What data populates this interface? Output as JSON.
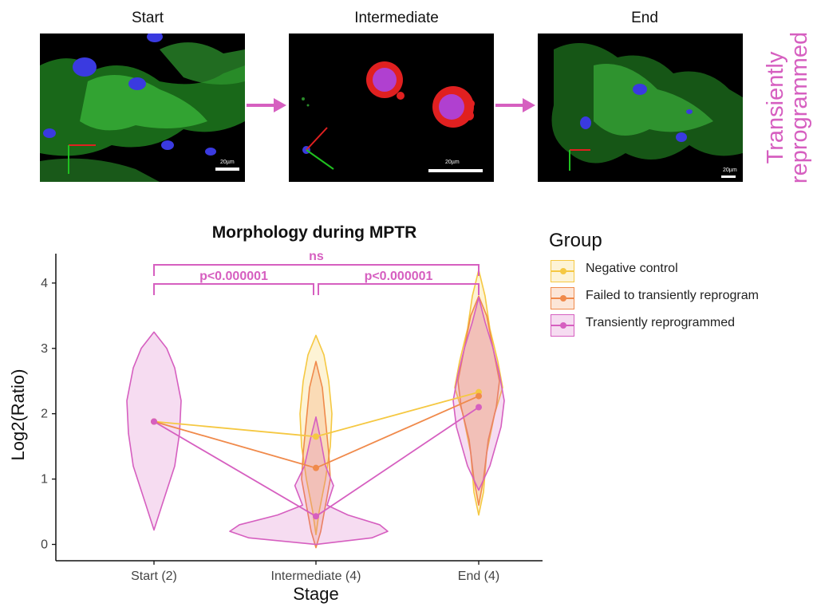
{
  "panels": [
    {
      "title": "Start",
      "scale_label": "20µm"
    },
    {
      "title": "Intermediate",
      "scale_label": "20µm"
    },
    {
      "title": "End",
      "scale_label": "20µm"
    }
  ],
  "side_label": [
    "Transiently",
    "reprogrammed"
  ],
  "colors": {
    "negative_control": "#f5c842",
    "failed": "#f08a4b",
    "transient": "#d65fc0",
    "arrow": "#d65fc0"
  },
  "chart_data": {
    "type": "violin",
    "title": "Morphology during MPTR",
    "xlabel": "Stage",
    "ylabel": "Log2(Ratio)",
    "categories": [
      "Start (2)",
      "Intermediate (4)",
      "End (4)"
    ],
    "ylim": [
      -0.25,
      4.45
    ],
    "yticks": [
      0,
      1,
      2,
      3,
      4
    ],
    "legend_title": "Group",
    "legend_position": "right",
    "series": [
      {
        "name": "Negative control",
        "color": "#f5c842",
        "points": [
          {
            "x": "Start (2)",
            "y": 1.88
          },
          {
            "x": "Intermediate (4)",
            "y": 1.65
          },
          {
            "x": "End (4)",
            "y": 2.33
          }
        ],
        "violins": [
          {
            "x": "Intermediate (4)",
            "ymin": 0.15,
            "ymax": 3.2
          },
          {
            "x": "End (4)",
            "ymin": 0.45,
            "ymax": 4.2
          }
        ]
      },
      {
        "name": "Failed to transiently reprogram",
        "color": "#f08a4b",
        "points": [
          {
            "x": "Start (2)",
            "y": 1.88
          },
          {
            "x": "Intermediate (4)",
            "y": 1.17
          },
          {
            "x": "End (4)",
            "y": 2.27
          }
        ],
        "violins": [
          {
            "x": "Intermediate (4)",
            "ymin": -0.05,
            "ymax": 2.8
          },
          {
            "x": "End (4)",
            "ymin": 0.6,
            "ymax": 3.8
          }
        ]
      },
      {
        "name": "Transiently reprogrammed",
        "color": "#d65fc0",
        "points": [
          {
            "x": "Start (2)",
            "y": 1.88
          },
          {
            "x": "Intermediate (4)",
            "y": 0.43
          },
          {
            "x": "End (4)",
            "y": 2.1
          }
        ],
        "violins": [
          {
            "x": "Start (2)",
            "ymin": 0.22,
            "ymax": 3.25
          },
          {
            "x": "Intermediate (4)",
            "ymin": 0.0,
            "ymax": 1.95
          },
          {
            "x": "End (4)",
            "ymin": 0.83,
            "ymax": 3.78
          }
        ]
      }
    ],
    "annotations": [
      {
        "from": "Start (2)",
        "to": "End (4)",
        "text": "ns"
      },
      {
        "from": "Start (2)",
        "to": "Intermediate (4)",
        "text": "p<0.000001"
      },
      {
        "from": "Intermediate (4)",
        "to": "End (4)",
        "text": "p<0.000001"
      }
    ]
  }
}
